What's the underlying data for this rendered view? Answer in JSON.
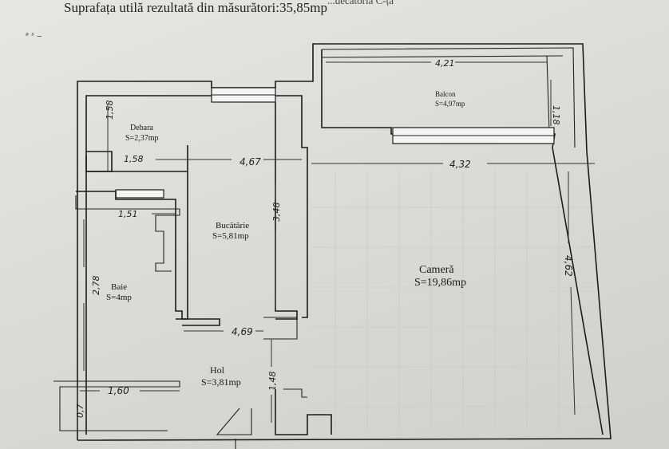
{
  "header": {
    "fragment": "...decatoria C-ța",
    "title": "Suprafața utilă rezultată din măsurători:35,85mp"
  },
  "rooms": {
    "debara": {
      "name": "Debara",
      "area": "S=2,37mp"
    },
    "balcon": {
      "name": "Balcon",
      "area": "S=4,97mp"
    },
    "bucatarie": {
      "name": "Bucătărie",
      "area": "S=5,81mp"
    },
    "camera": {
      "name": "Cameră",
      "area": "S=19,86mp"
    },
    "baie": {
      "name": "Baie",
      "area": "S=4mp"
    },
    "hol": {
      "name": "Hol",
      "area": "S=3,81mp"
    }
  },
  "dimensions": {
    "balcon_width": "4,21",
    "balcon_depth": "1,18",
    "debara_height": "1,58",
    "debara_width": "1,58",
    "bucatarie_width": "4,67",
    "camera_width": "4,32",
    "bucatarie_height": "3,48",
    "baie_width": "1,51",
    "baie_height": "2,78",
    "camera_height": "4,62",
    "hol_width": "4,69",
    "hol_height": "1,48",
    "bottom_width": "1,60",
    "bottom_height": "0,7"
  }
}
